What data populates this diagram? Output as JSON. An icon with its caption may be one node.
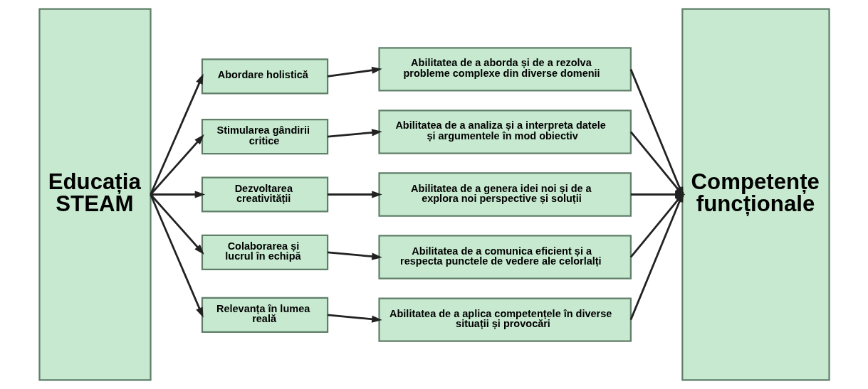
{
  "diagram": {
    "nodes": [
      {
        "text": [
          "Educația STEAM"
        ]
      },
      {
        "text": [
          "Abordare holistică"
        ]
      },
      {
        "text": [
          "Stimularea gândirii critice"
        ]
      },
      {
        "text": [
          "Dezvoltarea creativității"
        ]
      },
      {
        "text": [
          "Colaborarea și lucrul în echipă"
        ]
      },
      {
        "text": [
          "Relevanța în lumea reală"
        ]
      },
      {
        "text": [
          "Abilitatea de a aborda și de a rezolva probleme complexe din diverse domenii"
        ]
      },
      {
        "text": [
          "Abilitatea de a analiza și a interpreta datele și argumentele în mod obiectiv"
        ]
      },
      {
        "text": [
          "Abilitatea de a genera idei noi și de a explora noi perspective și soluții"
        ]
      },
      {
        "text": [
          "Abilitatea de a comunica eficient și a respecta punctele de vedere ale celorlalți"
        ]
      },
      {
        "text": [
          "Abilitatea de a aplica competențele în diverse situații și provocări"
        ]
      },
      {
        "text": [
          "Competențe funcționale"
        ]
      }
    ],
    "edges": [
      {
        "from": 0,
        "to": 1,
        "arrow": "to"
      },
      {
        "from": 0,
        "to": 2,
        "arrow": "to"
      },
      {
        "from": 0,
        "to": 3,
        "arrow": "to"
      },
      {
        "from": 0,
        "to": 4,
        "arrow": "to"
      },
      {
        "from": 0,
        "to": 5,
        "arrow": "to"
      },
      {
        "from": 1,
        "to": 6,
        "arrow": "to"
      },
      {
        "from": 2,
        "to": 7,
        "arrow": "to"
      },
      {
        "from": 3,
        "to": 8,
        "arrow": "to"
      },
      {
        "from": 4,
        "to": 9,
        "arrow": "to"
      },
      {
        "from": 5,
        "to": 10,
        "arrow": "to"
      },
      {
        "from": 6,
        "to": 11,
        "arrow": "to"
      },
      {
        "from": 7,
        "to": 11,
        "arrow": "to"
      },
      {
        "from": 8,
        "to": 11,
        "arrow": "to"
      },
      {
        "from": 9,
        "to": 11,
        "arrow": "to"
      },
      {
        "from": 10,
        "to": 11,
        "arrow": "to"
      }
    ]
  }
}
